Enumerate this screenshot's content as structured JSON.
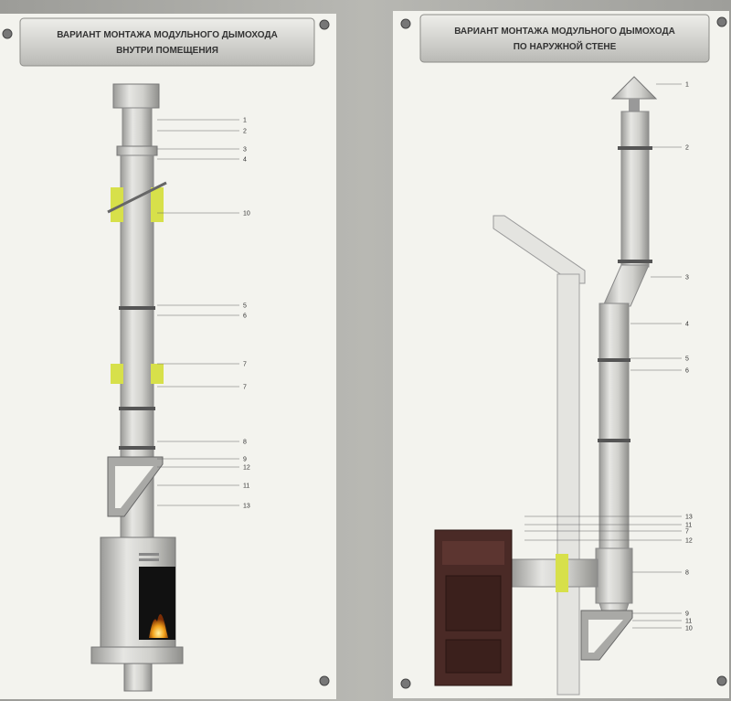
{
  "panels": [
    {
      "title_line1": "ВАРИАНТ МОНТАЖА МОДУЛЬНОГО ДЫМОХОДА",
      "title_line2": "ВНУТРИ ПОМЕЩЕНИЯ",
      "callouts": [
        "1",
        "2",
        "3",
        "4",
        "10",
        "5",
        "6",
        "7",
        "7",
        "8",
        "9",
        "12",
        "11",
        "13"
      ]
    },
    {
      "title_line1": "ВАРИАНТ МОНТАЖА МОДУЛЬНОГО ДЫМОХОДА",
      "title_line2": "ПО НАРУЖНОЙ СТЕНЕ",
      "callouts": [
        "1",
        "2",
        "3",
        "4",
        "5",
        "6",
        "13",
        "11",
        "7",
        "12",
        "8",
        "9",
        "11",
        "10"
      ]
    }
  ],
  "colors": {
    "board": "#f3f3ee",
    "title_plate": "#dcdcd8",
    "pipe": "#c9c9c6",
    "insulation": "#d7e04a",
    "stove_body": "#4a2a26",
    "flame": "#f2a21b",
    "wall": "#e4e4e0"
  }
}
